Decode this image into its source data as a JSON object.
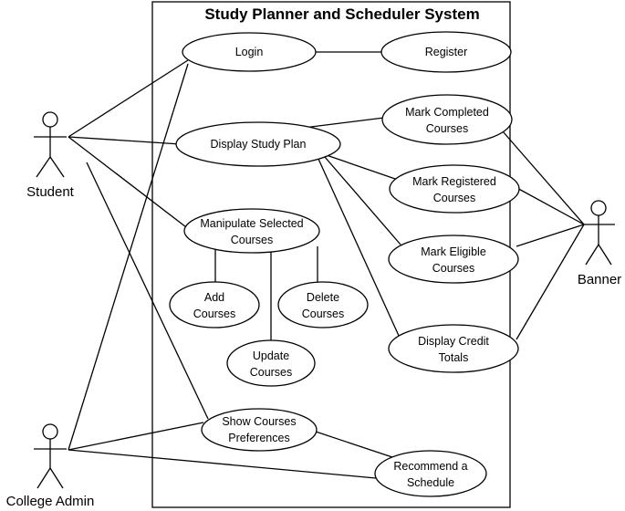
{
  "system": {
    "title": "Study Planner and Scheduler System"
  },
  "actors": {
    "student": "Student",
    "banner": "Banner",
    "college_admin": "College Admin"
  },
  "use_cases": {
    "login": [
      "Login"
    ],
    "register": [
      "Register"
    ],
    "mark_completed": [
      "Mark Completed",
      "Courses"
    ],
    "display_study_plan": [
      "Display Study Plan"
    ],
    "mark_registered": [
      "Mark Registered",
      "Courses"
    ],
    "manipulate_selected": [
      "Manipulate Selected",
      "Courses"
    ],
    "mark_eligible": [
      "Mark Eligible",
      "Courses"
    ],
    "add_courses": [
      "Add",
      "Courses"
    ],
    "delete_courses": [
      "Delete",
      "Courses"
    ],
    "display_credit_totals": [
      "Display Credit",
      "Totals"
    ],
    "update_courses": [
      "Update",
      "Courses"
    ],
    "show_courses_preferences": [
      "Show Courses",
      "Preferences"
    ],
    "recommend_schedule": [
      "Recommend a",
      "Schedule"
    ]
  }
}
